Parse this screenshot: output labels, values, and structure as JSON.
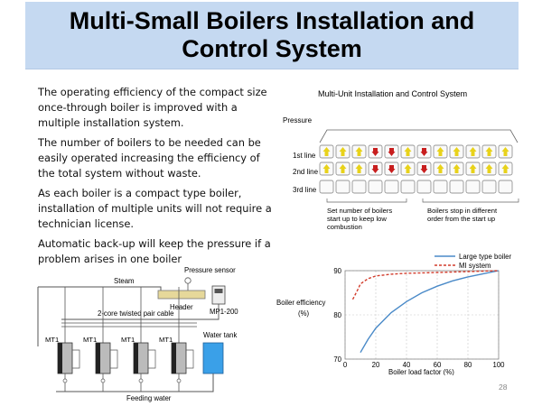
{
  "slide": {
    "title_line1": "Multi-Small Boilers Installation and",
    "title_line2": "Control System",
    "page_number": "28",
    "bullets": [
      "The operating efficiency of the compact size once-through boiler is improved with a multiple installation system.",
      "The number of boilers to be needed can be easily operated increasing the efficiency of the total system without waste.",
      "As each boiler is a compact type boiler, installation of multiple units will not require a technician license.",
      "Automatic back-up will keep the pressure if a problem arises in one boiler"
    ]
  },
  "control_diagram": {
    "title": "Multi-Unit Installation and Control System",
    "pressure_label": "Pressure",
    "row_labels": [
      "1st line",
      "2nd line",
      "3rd line"
    ],
    "note_start": [
      "Set number of boilers",
      "start up to keep low",
      "combustion"
    ],
    "note_stop": [
      "Boilers stop in different",
      "order from the start up"
    ],
    "colors": {
      "up_arrow": "#e8d21a",
      "down_arrow": "#c81e1e",
      "cell_border": "#777777"
    }
  },
  "install_diagram": {
    "steam_label": "Steam",
    "pressure_sensor_label": "Pressure sensor",
    "header_label": "Header",
    "cable_label": "2-core twisted pair cable",
    "controller_label": "MP1-200",
    "boiler_labels": [
      "MT1",
      "MT1",
      "MT1",
      "MT1"
    ],
    "tank_label": "Water tank",
    "feed_label": "Feeding water",
    "colors": {
      "tank": "#3aa0e8",
      "boiler_body": "#bbbbbb",
      "boiler_dark": "#222222"
    }
  },
  "chart_data": {
    "type": "line",
    "title": "",
    "xlabel": "Boiler load factor  (%)",
    "ylabel": "Boiler efficiency (%)",
    "xlim": [
      0,
      100
    ],
    "ylim": [
      70,
      90
    ],
    "xticks": [
      0,
      20,
      40,
      60,
      80,
      100
    ],
    "yticks": [
      70,
      80,
      90
    ],
    "legend_position": "top-right",
    "series": [
      {
        "name": "Large type boiler",
        "style": "solid",
        "color": "#4a8ac8",
        "x": [
          10,
          15,
          20,
          30,
          40,
          50,
          60,
          70,
          80,
          90,
          100
        ],
        "y": [
          71.5,
          74.5,
          77,
          80.5,
          83,
          85,
          86.5,
          87.7,
          88.6,
          89.3,
          90
        ]
      },
      {
        "name": "MI system",
        "style": "dashed",
        "color": "#d23c2c",
        "x": [
          5,
          8,
          10,
          15,
          20,
          30,
          40,
          50,
          60,
          70,
          80,
          90,
          100
        ],
        "y": [
          83.5,
          85.5,
          87,
          88.2,
          88.8,
          89.2,
          89.4,
          89.5,
          89.6,
          89.7,
          89.8,
          89.9,
          90
        ]
      }
    ]
  }
}
